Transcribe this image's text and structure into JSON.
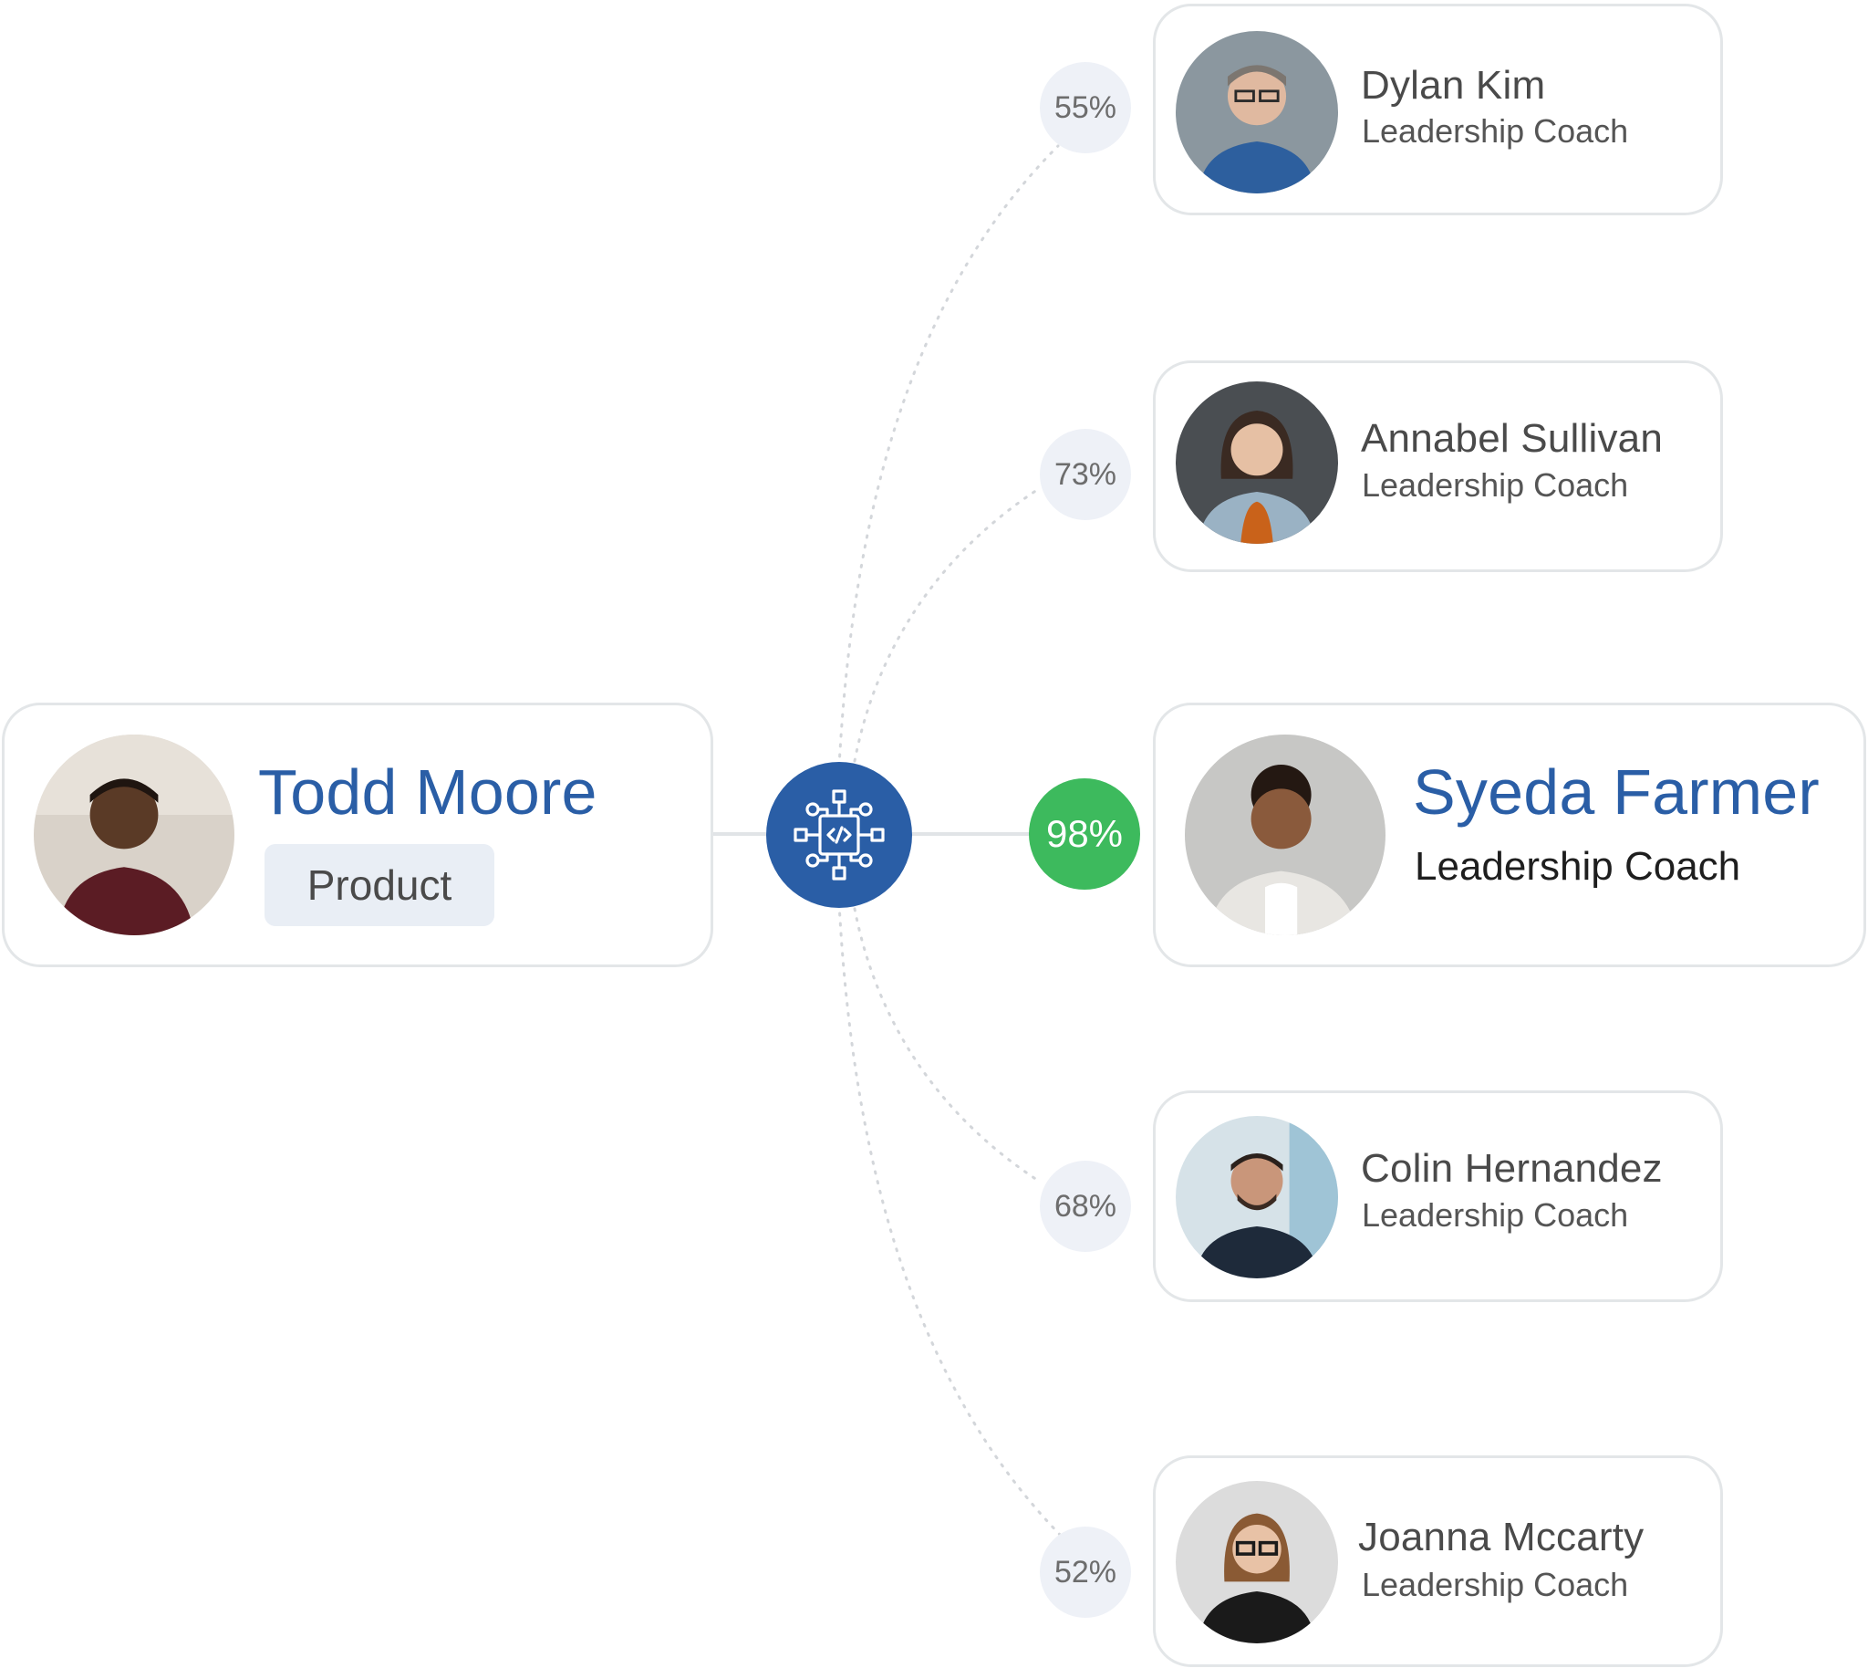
{
  "source": {
    "name": "Todd Moore",
    "tag": "Product",
    "avatar_icon": "person-portrait"
  },
  "hub": {
    "icon": "network-code-icon",
    "color": "#2a5ea6"
  },
  "matches": [
    {
      "name": "Dylan Kim",
      "role": "Leadership Coach",
      "score": "55%",
      "avatar_icon": "person-portrait"
    },
    {
      "name": "Annabel Sullivan",
      "role": "Leadership Coach",
      "score": "73%",
      "avatar_icon": "person-portrait"
    },
    {
      "name": "Syeda Farmer",
      "role": "Leadership Coach",
      "score": "98%",
      "avatar_icon": "person-portrait",
      "best": true
    },
    {
      "name": "Colin Hernandez",
      "role": "Leadership Coach",
      "score": "68%",
      "avatar_icon": "person-portrait"
    },
    {
      "name": "Joanna Mccarty",
      "role": "Leadership Coach",
      "score": "52%",
      "avatar_icon": "person-portrait"
    }
  ],
  "colors": {
    "accent": "#2a5ea6",
    "best_match": "#3dba5d",
    "score_bg": "#eef1f7",
    "card_border": "#e3e6e8"
  }
}
